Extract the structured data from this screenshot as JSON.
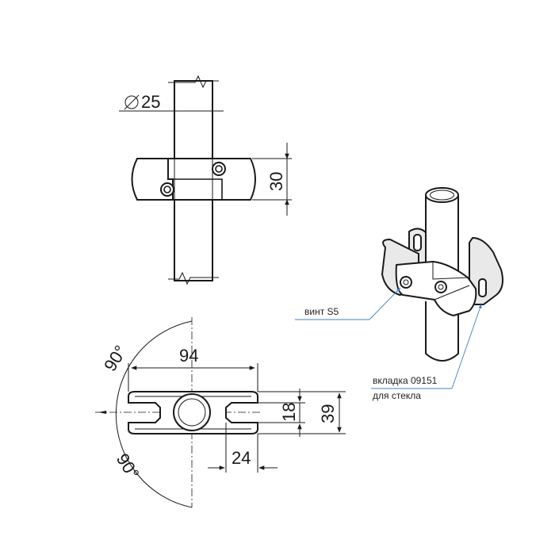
{
  "dimensions": {
    "tube_diameter": "25",
    "clamp_height": "30",
    "overall_width": "94",
    "arm_length": "24",
    "slot_width": "18",
    "overall_depth": "39",
    "angle_upper": "90°",
    "angle_lower": "90°"
  },
  "callouts": {
    "screw": "винт S5",
    "insert_line1": "вкладка 09151",
    "insert_line2": "для стекла"
  },
  "colors": {
    "line": "#1a1a1a",
    "leader": "#3f7fc4"
  },
  "icons": {
    "diameter_symbol": "diameter-icon"
  }
}
